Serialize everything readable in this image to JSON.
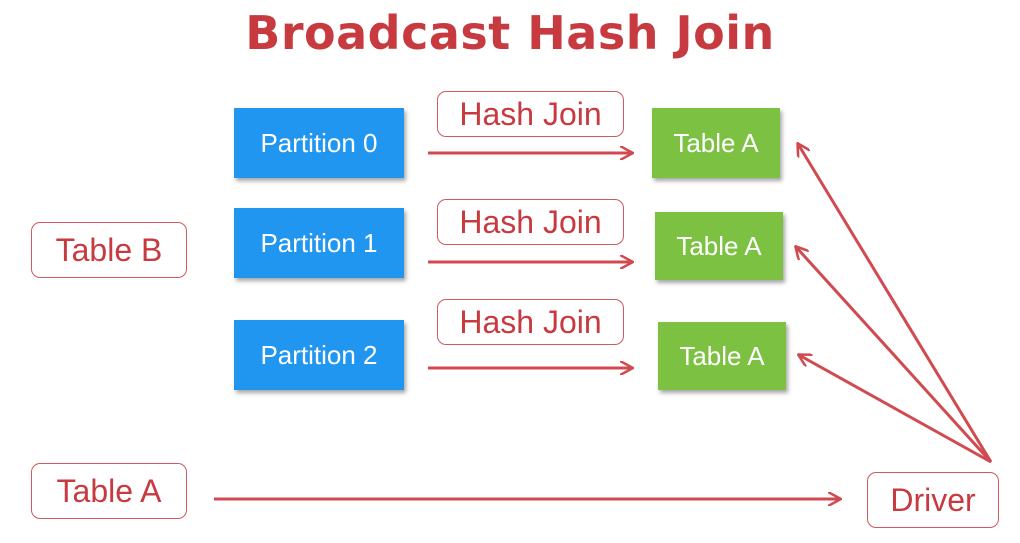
{
  "title": "Broadcast Hash Join",
  "partitions": [
    {
      "label": "Partition 0",
      "join_label": "Hash Join",
      "target_label": "Table A"
    },
    {
      "label": "Partition 1",
      "join_label": "Hash Join",
      "target_label": "Table A"
    },
    {
      "label": "Partition 2",
      "join_label": "Hash Join",
      "target_label": "Table A"
    }
  ],
  "left_nodes": {
    "table_b": "Table B",
    "table_a": "Table A"
  },
  "driver_label": "Driver",
  "colors": {
    "accent_red": "#c73a3f",
    "partition_blue": "#2196f0",
    "table_green": "#7cc142"
  }
}
